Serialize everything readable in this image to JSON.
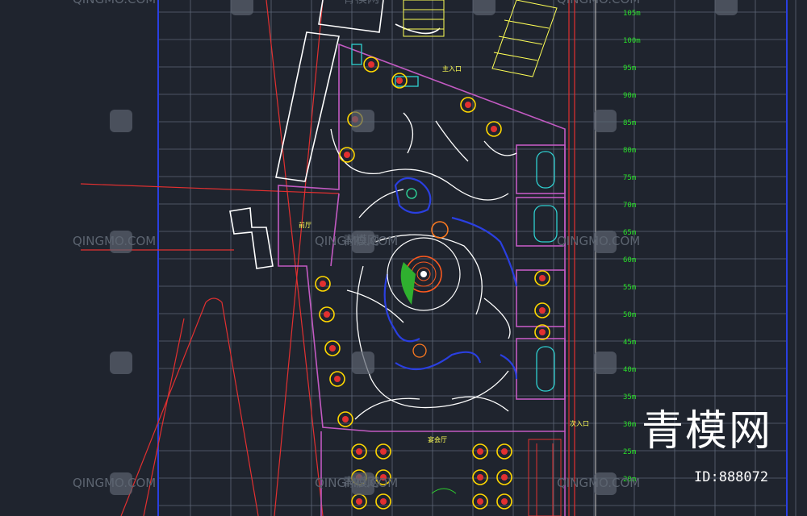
{
  "watermark": {
    "site": "QINGMO.COM",
    "cn": "青模网",
    "brand": "青模网",
    "id": "ID:888072"
  },
  "scale_marks": [
    "105m",
    "100m",
    "95m",
    "90m",
    "85m",
    "80m",
    "75m",
    "70m",
    "65m",
    "60m",
    "55m",
    "50m",
    "45m",
    "40m",
    "35m",
    "30m",
    "25m",
    "20m"
  ],
  "labels": {
    "main_entrance": "主入口",
    "hall": "宴会厅",
    "lobby": "前厅",
    "entrance_2": "次入口"
  },
  "colors": {
    "background": "#1f242e",
    "grid": "#5d6677",
    "wall": "#c25ac2",
    "road": "#ffffff",
    "water": "#2a3fe0",
    "table": "#ffd700",
    "scale": "#29e029"
  }
}
